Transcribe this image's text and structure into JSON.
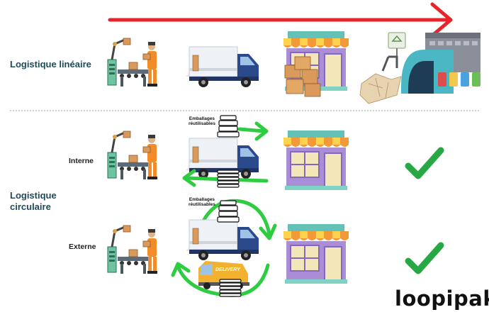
{
  "labels": {
    "linear_title": "Logistique linéaire",
    "circular_title": "Logistique circulaire",
    "internal": "Interne",
    "external": "Externe",
    "reusable_1": "Emballages réutilisables",
    "reusable_2": "Emballages réutilisables",
    "delivery": "DELIVERY"
  },
  "brand": "loopipak",
  "colors": {
    "timeline_arrow": "#e8232a",
    "loop_arrow": "#2ecc40",
    "check": "#27a844",
    "shop_awning_orange": "#f29a38",
    "shop_awning_yellow": "#fcd34d",
    "shop_facade": "#a98ed6",
    "truck_blue": "#2b4a8c",
    "cardboard": "#d99a5b"
  }
}
